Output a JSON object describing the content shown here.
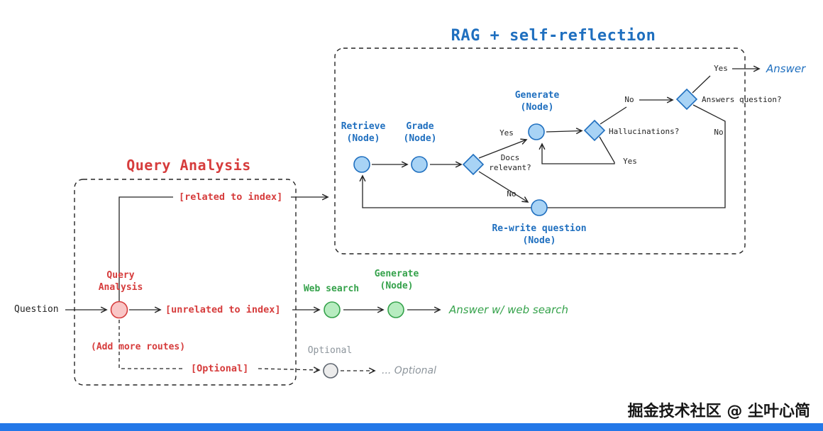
{
  "colors": {
    "blue": "#1f6fbf",
    "blue_fill": "#a8d3f5",
    "red": "#d63c3c",
    "red_fill": "#f9c6c6",
    "green": "#35a24b",
    "green_fill": "#b7ecc0",
    "gray": "#8d959c",
    "gray_fill": "#ececec",
    "gray_stroke": "#5f6670",
    "ink": "#242424",
    "footer_bar": "#2478e8"
  },
  "rag": {
    "title": "RAG + self-reflection",
    "retrieve_label": "Retrieve\n(Node)",
    "grade_label": "Grade\n(Node)",
    "docs_relevant_label": "Docs\nrelevant?",
    "docs_yes": "Yes",
    "docs_no": "No",
    "generate_label": "Generate\n(Node)",
    "hallucinations_label": "Hallucinations?",
    "hallucinations_no": "No",
    "hallucinations_yes": "Yes",
    "answers_label": "Answers question?",
    "answers_yes": "Yes",
    "answers_no": "No",
    "answer_output": "Answer",
    "rewrite_label": "Re-write question\n(Node)"
  },
  "query_analysis": {
    "title": "Query Analysis",
    "node_label": "Query\nAnalysis",
    "question_label": "Question",
    "related_label": "[related to index]",
    "unrelated_label": "[unrelated to index]",
    "add_routes_label": "(Add more routes)",
    "optional_route_label": "[Optional]"
  },
  "web_search": {
    "search_label": "Web search",
    "generate_label": "Generate\n(Node)",
    "answer_output": "Answer w/ web search"
  },
  "optional": {
    "node_label": "Optional",
    "output_label": "... Optional"
  },
  "footer": {
    "watermark": "掘金技术社区 @ 尘叶心简"
  }
}
